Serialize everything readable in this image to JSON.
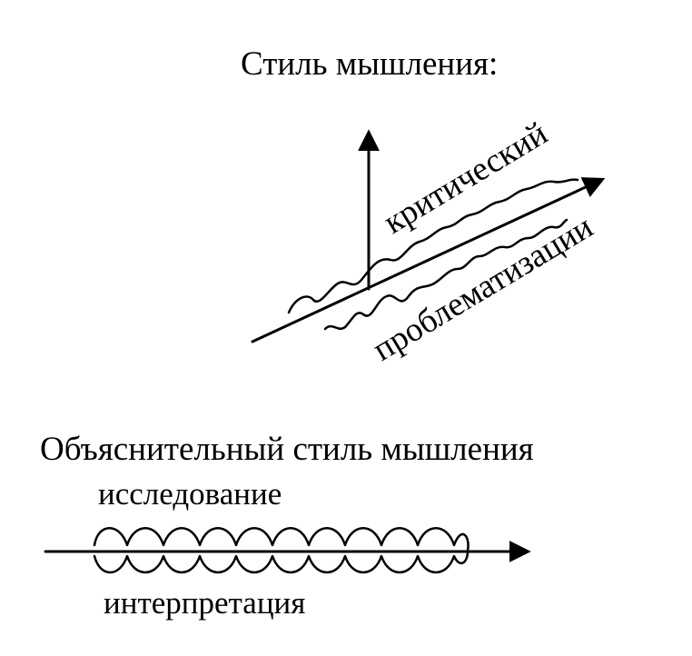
{
  "top": {
    "title": "Стиль мышления:",
    "labels": {
      "critical": "критический",
      "problematization": "проблематизации"
    }
  },
  "bottom": {
    "title": "Объяснительный стиль мышления",
    "labels": {
      "research": "исследование",
      "interpretation": "интерпретация"
    }
  }
}
